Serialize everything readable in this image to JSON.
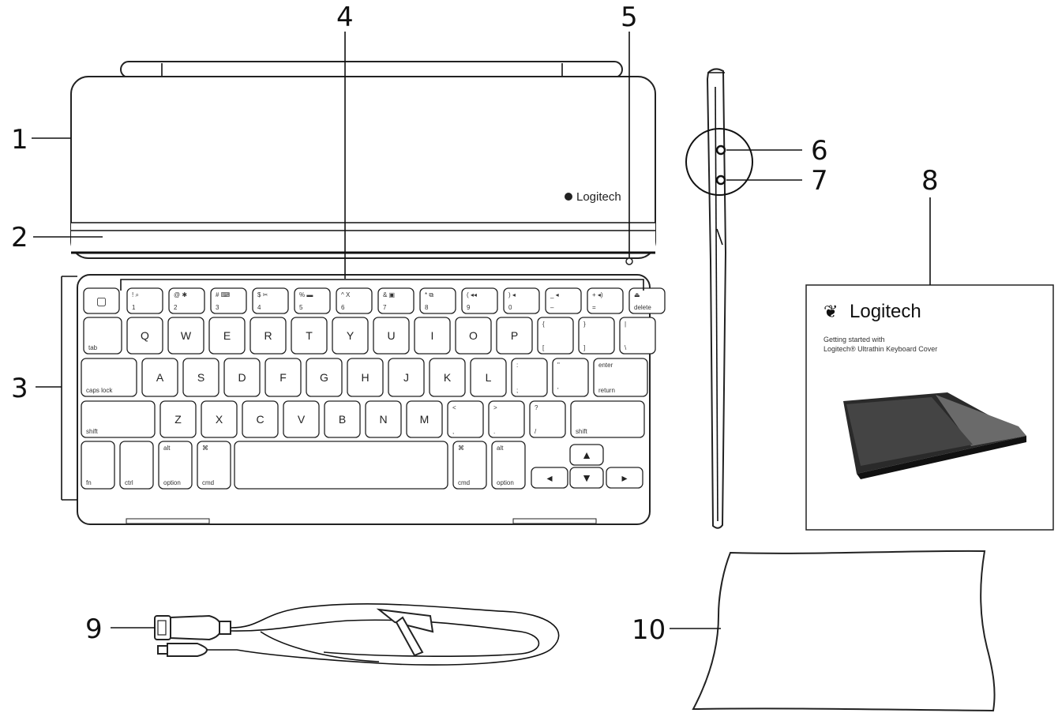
{
  "callouts": [
    "1",
    "2",
    "3",
    "4",
    "5",
    "6",
    "7",
    "8",
    "9",
    "10"
  ],
  "cover_brand": "Logitech",
  "keyboard": {
    "row_fn": [
      {
        "top": "",
        "bot": ""
      },
      {
        "top": "! ⌕",
        "bot": "1"
      },
      {
        "top": "@ ✱",
        "bot": "2"
      },
      {
        "top": "# ⌨",
        "bot": "3"
      },
      {
        "top": "$ ✂",
        "bot": "4"
      },
      {
        "top": "% ▬",
        "bot": "5"
      },
      {
        "top": "^ X",
        "bot": "6"
      },
      {
        "top": "& ▣",
        "bot": "7"
      },
      {
        "top": "* ⧉",
        "bot": "8"
      },
      {
        "top": "( ◂◂",
        "bot": "9"
      },
      {
        "top": ") ◂",
        "bot": "0"
      },
      {
        "top": "_ ◂",
        "bot": "–"
      },
      {
        "top": "+ ◂)",
        "bot": "="
      },
      {
        "top": "⏏",
        "bot": "delete"
      }
    ],
    "row1": [
      "tab",
      "Q",
      "W",
      "E",
      "R",
      "T",
      "Y",
      "U",
      "I",
      "O",
      "P",
      "{ [",
      "} ]",
      "| \\"
    ],
    "row2": [
      "caps lock",
      "A",
      "S",
      "D",
      "F",
      "G",
      "H",
      "J",
      "K",
      "L",
      ": ;",
      "\" '",
      "enter return"
    ],
    "row3": [
      "shift",
      "Z",
      "X",
      "C",
      "V",
      "B",
      "N",
      "M",
      "< ,",
      "> .",
      "? /",
      "shift"
    ],
    "row4": [
      {
        "top": "",
        "bot": "fn"
      },
      {
        "top": "",
        "bot": "ctrl"
      },
      {
        "top": "alt",
        "bot": "option"
      },
      {
        "top": "⌘",
        "bot": "cmd"
      },
      {
        "top": "",
        "bot": ""
      },
      {
        "top": "⌘",
        "bot": "cmd"
      },
      {
        "top": "alt",
        "bot": "option"
      }
    ],
    "arrows": [
      "▲",
      "◂",
      "▼",
      "▸"
    ]
  },
  "booklet": {
    "brand": "Logitech",
    "line1": "Getting started with",
    "line2": "Logitech® Ultrathin Keyboard Cover"
  }
}
